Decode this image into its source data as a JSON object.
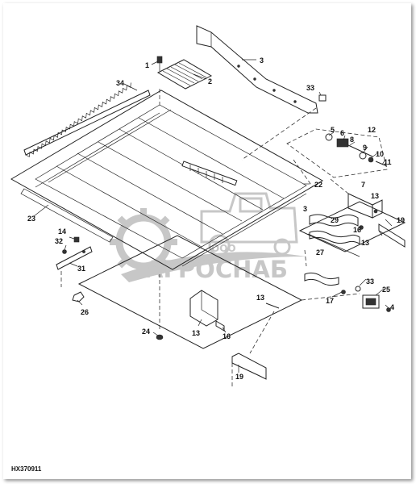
{
  "diagram": {
    "drawing_code": "HX370911",
    "callouts": [
      "1",
      "2",
      "3",
      "4",
      "5",
      "6",
      "7",
      "8",
      "9",
      "10",
      "11",
      "12",
      "13",
      "13",
      "13",
      "13",
      "14",
      "16",
      "16",
      "17",
      "19",
      "19",
      "22",
      "23",
      "24",
      "25",
      "26",
      "27",
      "29",
      "31",
      "32",
      "33",
      "33",
      "34"
    ]
  },
  "watermark": {
    "small_text": "ООО",
    "brand_text": "АГРОСНАБ",
    "color": "#9a9a9a"
  }
}
